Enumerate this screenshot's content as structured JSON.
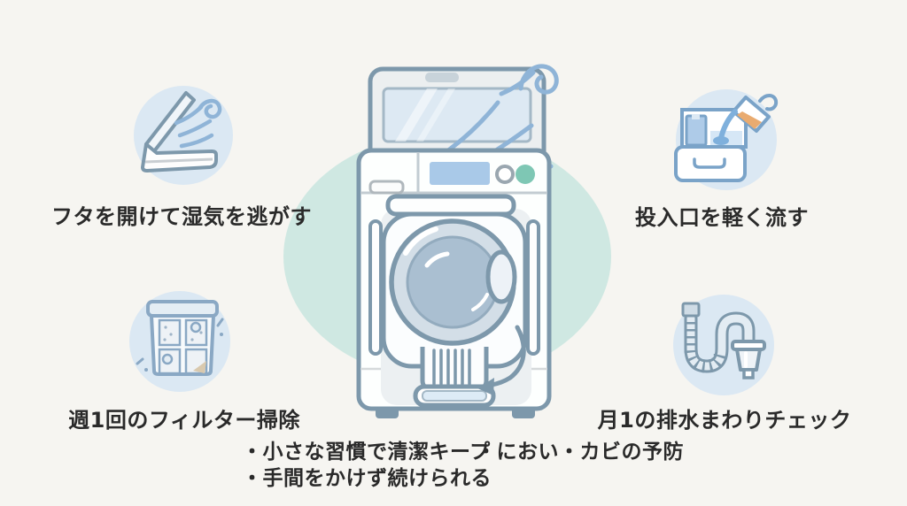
{
  "background_color": "#f6f5f1",
  "halo_color": "#cfe8e2",
  "icon_circle_color": "#dbe8f3",
  "outline_color": "#7d98ab",
  "wind_color": "#8fb4d7",
  "text_color": "#2a2a2a",
  "display_color": "#a9c9e8",
  "knob_teal_color": "#7ec7b4",
  "center_illustration": "washing-machine-with-open-lid-and-airflow",
  "tips": [
    {
      "position": "top-left",
      "icon": "open-lid-airflow-icon",
      "label": "フタを開けて湿気を逃がす"
    },
    {
      "position": "top-right",
      "icon": "rinse-detergent-inlet-icon",
      "label": "投入口を軽く流す"
    },
    {
      "position": "bottom-left",
      "icon": "lint-filter-icon",
      "label": "週1回のフィルター掃除"
    },
    {
      "position": "bottom-right",
      "icon": "drain-hose-icon",
      "label": "月1の排水まわりチェック"
    }
  ],
  "notes": [
    "・小さな習慣で清潔キープ",
    "・手間をかけず続けられる",
    "・におい・カビの予防"
  ]
}
